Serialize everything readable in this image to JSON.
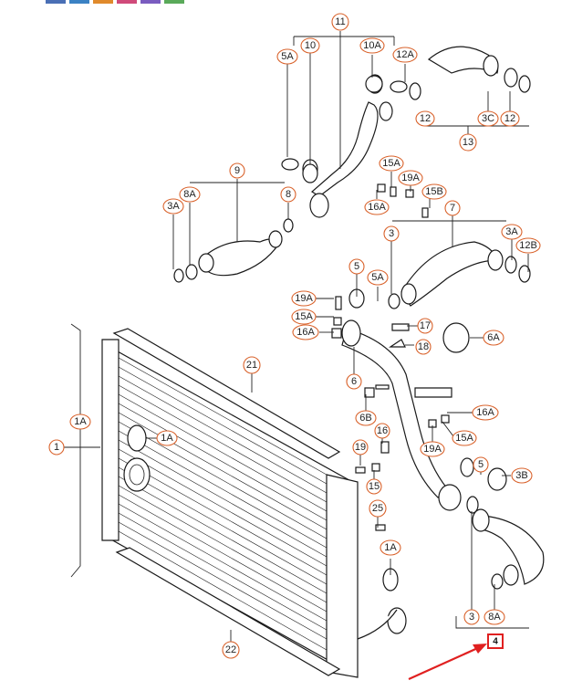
{
  "toolbar_swatches": {
    "colors": [
      "#4a6fb5",
      "#3b82c4",
      "#e08a2c",
      "#d04a7a",
      "#7a5cc0",
      "#5aaa5a"
    ]
  },
  "diagram": {
    "callouts": [
      {
        "id": "c11",
        "label": "11"
      },
      {
        "id": "c10",
        "label": "10"
      },
      {
        "id": "c10A",
        "label": "10A"
      },
      {
        "id": "c5A_top",
        "label": "5A"
      },
      {
        "id": "c12A",
        "label": "12A"
      },
      {
        "id": "c12_a",
        "label": "12"
      },
      {
        "id": "c3C",
        "label": "3C"
      },
      {
        "id": "c12_b",
        "label": "12"
      },
      {
        "id": "c13",
        "label": "13"
      },
      {
        "id": "c9",
        "label": "9"
      },
      {
        "id": "c3A_l",
        "label": "3A"
      },
      {
        "id": "c8A_l",
        "label": "8A"
      },
      {
        "id": "c8",
        "label": "8"
      },
      {
        "id": "c15A_t",
        "label": "15A"
      },
      {
        "id": "c19A_t",
        "label": "19A"
      },
      {
        "id": "c15B",
        "label": "15B"
      },
      {
        "id": "c16A_t",
        "label": "16A"
      },
      {
        "id": "c7",
        "label": "7"
      },
      {
        "id": "c3_m",
        "label": "3"
      },
      {
        "id": "c3A_r",
        "label": "3A"
      },
      {
        "id": "c12B",
        "label": "12B"
      },
      {
        "id": "c5_m",
        "label": "5"
      },
      {
        "id": "c5A_m",
        "label": "5A"
      },
      {
        "id": "c19A_m",
        "label": "19A"
      },
      {
        "id": "c15A_m",
        "label": "15A"
      },
      {
        "id": "c16A_m",
        "label": "16A"
      },
      {
        "id": "c17",
        "label": "17"
      },
      {
        "id": "c18",
        "label": "18"
      },
      {
        "id": "c6A",
        "label": "6A"
      },
      {
        "id": "c6",
        "label": "6"
      },
      {
        "id": "c21",
        "label": "21"
      },
      {
        "id": "c1A_l",
        "label": "1A"
      },
      {
        "id": "c1",
        "label": "1"
      },
      {
        "id": "c1A_c",
        "label": "1A"
      },
      {
        "id": "c6B",
        "label": "6B"
      },
      {
        "id": "c16",
        "label": "16"
      },
      {
        "id": "c16A_r",
        "label": "16A"
      },
      {
        "id": "c15A_r",
        "label": "15A"
      },
      {
        "id": "c19A_r",
        "label": "19A"
      },
      {
        "id": "c19",
        "label": "19"
      },
      {
        "id": "c15",
        "label": "15"
      },
      {
        "id": "c5_r",
        "label": "5"
      },
      {
        "id": "c3B",
        "label": "3B"
      },
      {
        "id": "c25",
        "label": "25"
      },
      {
        "id": "c1A_b",
        "label": "1A"
      },
      {
        "id": "c22",
        "label": "22"
      },
      {
        "id": "c3_b",
        "label": "3"
      },
      {
        "id": "c8A_b",
        "label": "8A"
      }
    ],
    "highlighted_part": {
      "label": "4",
      "box_color": "#e02020"
    },
    "arrow_color": "#e02020",
    "callout_ring_color": "#d9622b"
  }
}
